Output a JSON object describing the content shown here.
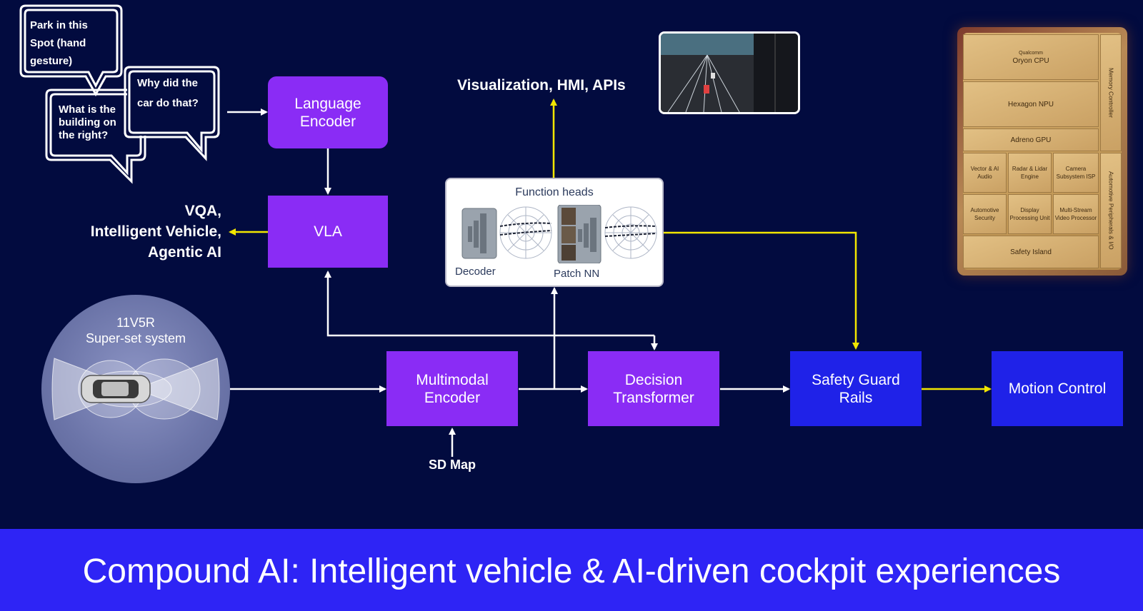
{
  "bubbles": {
    "park": "Park in this Spot (hand gesture)",
    "building": "What is the building on the right?",
    "why": "Why did the car do that?"
  },
  "blocks": {
    "language_encoder": "Language Encoder",
    "vla": "VLA",
    "multimodal_encoder": "Multimodal Encoder",
    "decision_transformer": "Decision Transformer",
    "safety_guard_rails": "Safety Guard Rails",
    "motion_control": "Motion Control"
  },
  "outputs": {
    "vqa": "VQA,\nIntelligent Vehicle,\nAgentic AI",
    "visualization": "Visualization, HMI, APIs",
    "sd_map": "SD Map"
  },
  "sensor_system": {
    "title": "11V5R\nSuper-set system"
  },
  "function_heads": {
    "title": "Function heads",
    "decoder": "Decoder",
    "patch_nn": "Patch NN"
  },
  "chip": {
    "cpu_brand": "Qualcomm",
    "cpu": "Oryon CPU",
    "npu": "Hexagon NPU",
    "gpu": "Adreno GPU",
    "vector": "Vector & AI Audio",
    "radar": "Radar & Lidar Engine",
    "camera": "Camera Subsystem ISP",
    "security": "Automotive Security",
    "display": "Display Processing Unit",
    "video": "Multi-Stream Video Processor",
    "safety": "Safety Island",
    "memory": "Memory Controller",
    "peripherals": "Automotive Peripherals & I/O"
  },
  "banner": {
    "title": "Compound AI: Intelligent vehicle & AI-driven cockpit experiences"
  },
  "colors": {
    "background": "#020b3f",
    "purple_block": "#8a2cf5",
    "blue_block": "#1f22e8",
    "yellow_arrow": "#f2e600",
    "white_arrow": "#ffffff",
    "banner": "#2e24f5"
  }
}
